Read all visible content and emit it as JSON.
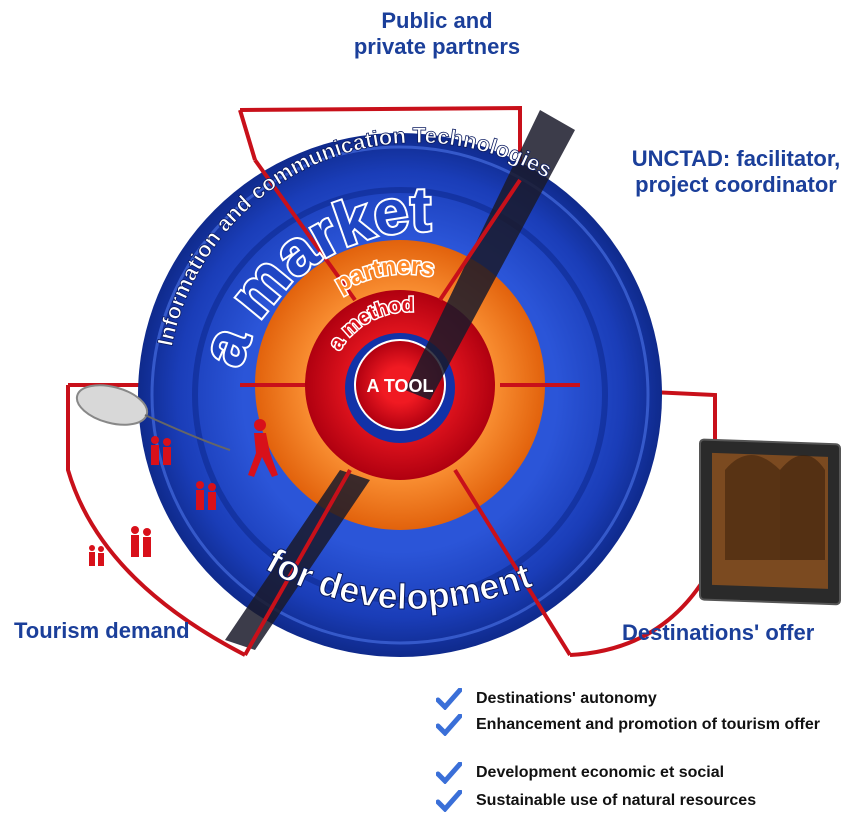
{
  "partners_label": [
    "Public and",
    "private partners"
  ],
  "unctad_label": [
    "UNCTAD: facilitator,",
    "project coordinator"
  ],
  "demand_label": "Tourism demand",
  "offer_label": "Destinations' offer",
  "rings": {
    "outer_arc_text": "Information and communication Technologies",
    "market": "a market",
    "partners": "partners",
    "method": "a method",
    "tool": "A TOOL",
    "development": "for development"
  },
  "benefits": [
    "Destinations' autonomy",
    "Enhancement and promotion of tourism offer",
    "Development economic et social",
    "Sustainable use of natural resources"
  ],
  "colors": {
    "blue": "#1f46c4",
    "orange": "#f07a1c",
    "red": "#d8101a",
    "label_blue": "#1b3f9a"
  }
}
